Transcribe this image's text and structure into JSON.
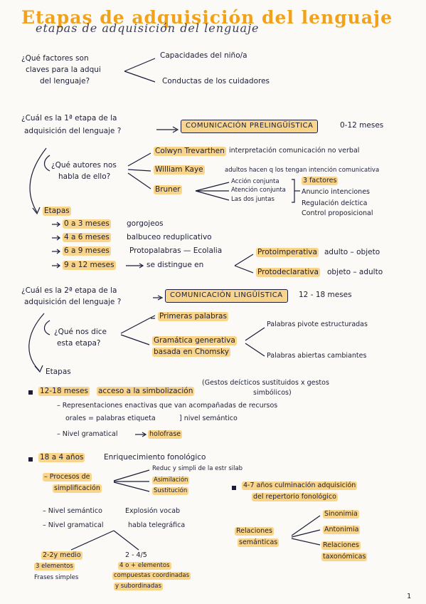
{
  "title": "Etapas de adquisición del lenguaje",
  "subtitle": "etapas de adquisición del lenguaje",
  "q1": {
    "question_line1": "¿Qué factores son",
    "question_line2": "claves para la adqui",
    "question_line3": "del lenguaje?",
    "answer1": "Capacidades del niño/a",
    "answer2": "Conductas de los cuidadores"
  },
  "q2": {
    "question_line1": "¿Cuál es la 1ª etapa de la",
    "question_line2": "adquisición del lenguaje ?",
    "answer": "COMUNICACIÓN PRELINGÜÍSTICA",
    "age": "0-12 meses"
  },
  "authors": {
    "question_line1": "¿Qué autores nos",
    "question_line2": "habla de ello?",
    "a1_name": "Colwyn Trevarthen",
    "a1_desc": "interpretación comunicación no verbal",
    "a2_name": "William Kaye",
    "a2_desc": "adultos hacen q los tengan intención comunicativa",
    "a3_name": "Bruner",
    "a3_items": [
      "Acción conjunta",
      "Atención conjunta",
      "Las dos juntas"
    ],
    "a3_result_title": "3 factores",
    "a3_results": [
      "Anuncio intenciones",
      "Regulación deíctica",
      "Control proposicional"
    ]
  },
  "etapas1": {
    "label": "Etapas",
    "items": [
      {
        "age": "0 a 3 meses",
        "desc": "gorgojeos"
      },
      {
        "age": "4 a 6 meses",
        "desc": "balbuceo reduplicativo"
      },
      {
        "age": "6 a 9 meses",
        "desc": "Protopalabras — Ecolalia"
      },
      {
        "age": "9 a 12 meses",
        "desc": "se distingue en"
      }
    ],
    "proto1": "Protoimperativa",
    "proto1_desc": "adulto – objeto",
    "proto2": "Protodeclarativa",
    "proto2_desc": "objeto – adulto"
  },
  "q3": {
    "question_line1": "¿Cuál es la 2ª etapa de la",
    "question_line2": "adquisición del lenguaje ?",
    "answer": "COMUNICACIÓN LINGÜÍSTICA",
    "age": "12 - 18 meses"
  },
  "q4": {
    "question_line1": "¿Qué nos dice",
    "question_line2": "esta etapa?",
    "answer1": "Primeras palabras",
    "answer2_line1": "Gramática generativa",
    "answer2_line2": "basada en Chomsky",
    "branch1": "Palabras pivote estructuradas",
    "branch2": "Palabras abiertas cambiantes"
  },
  "etapas2": {
    "label": "Etapas",
    "s1_age": "12-18 meses",
    "s1_title": "acceso a la simbolización",
    "s1_note_line1": "(Gestos deícticos sustituidos x gestos",
    "s1_note_line2": "simbólicos)",
    "s1_item1_line1": "– Representaciones enactivas que van acompañadas de recursos",
    "s1_item1_line2": "orales = palabras etiqueta",
    "s1_item1_side": "] nivel semántico",
    "s1_item2": "– Nivel gramatical",
    "s1_item2_value": "holofrase",
    "s2_age": "18 a 4 años",
    "s2_title": "Enriquecimiento fonológico",
    "proc_line1": "– Procesos de",
    "proc_line2": "simplificación",
    "proc_items": [
      "Reduc y simpli de la estr silab",
      "Asimilación",
      "Sustitución"
    ],
    "s3": "4-7 años culminación adquisición",
    "s3_line2": "del repertorio fonológico",
    "sem_label": "– Nivel semántico",
    "sem_value": "Explosión vocab",
    "gram_label": "– Nivel gramatical",
    "gram_value": "habla telegráfica",
    "g1_age": "2-2y medio",
    "g1_line1": "3 elementos",
    "g1_line2": "Frases simples",
    "g2_age": "2 - 4/5",
    "g2_line1": "4 o + elementos",
    "g2_line2": "compuestas coordinadas",
    "g2_line3": "y subordinadas",
    "rel_line1": "Relaciones",
    "rel_line2": "semánticas",
    "rel_items": [
      "Sinonimia",
      "Antonimia",
      "Relaciones"
    ],
    "rel_items_extra": "taxonómicas"
  },
  "page_number": "1"
}
